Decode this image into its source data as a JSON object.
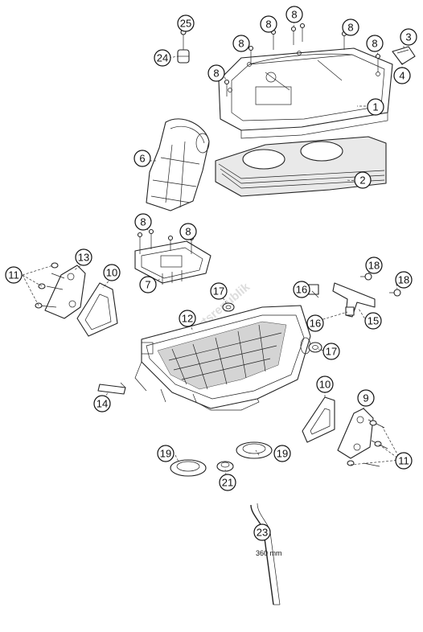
{
  "diagram": {
    "callouts": [
      "25",
      "24",
      "8",
      "8",
      "8",
      "8",
      "8",
      "8",
      "3",
      "4",
      "1",
      "2",
      "6",
      "8",
      "8",
      "7",
      "13",
      "10",
      "11",
      "18",
      "18",
      "16",
      "16",
      "15",
      "17",
      "12",
      "17",
      "14",
      "10",
      "9",
      "11",
      "19",
      "19",
      "21",
      "23"
    ],
    "hose_length_note": "360 mm",
    "watermark_text": "Partsrepublik"
  }
}
